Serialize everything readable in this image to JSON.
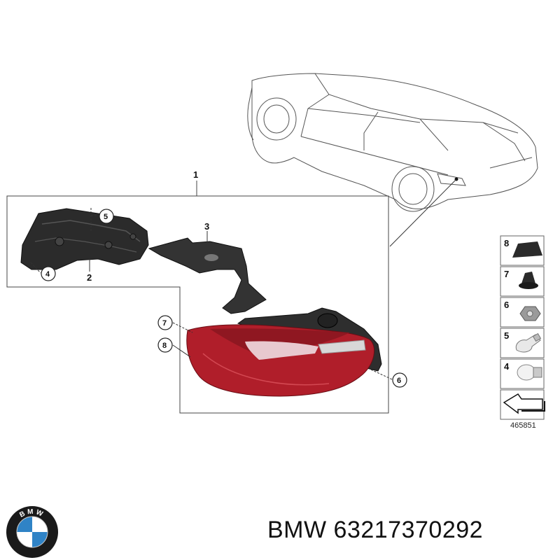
{
  "diagram": {
    "group_label": "1",
    "parts": [
      {
        "num": "2"
      },
      {
        "num": "3"
      },
      {
        "num": "4"
      },
      {
        "num": "5"
      },
      {
        "num": "6"
      },
      {
        "num": "7"
      },
      {
        "num": "8"
      }
    ],
    "legend": [
      "8",
      "7",
      "6",
      "5",
      "4"
    ],
    "reference_number": "465851"
  },
  "logo": {
    "letters": "BMW",
    "colors": {
      "ring": "#1a1a1a",
      "blue": "#2f83c6",
      "white": "#ffffff"
    }
  },
  "caption": {
    "brand": "BMW",
    "part_number": "63217370292"
  },
  "colors": {
    "taillight_red": "#b01e2a",
    "housing": "#2b2b2b",
    "line": "#333333"
  }
}
